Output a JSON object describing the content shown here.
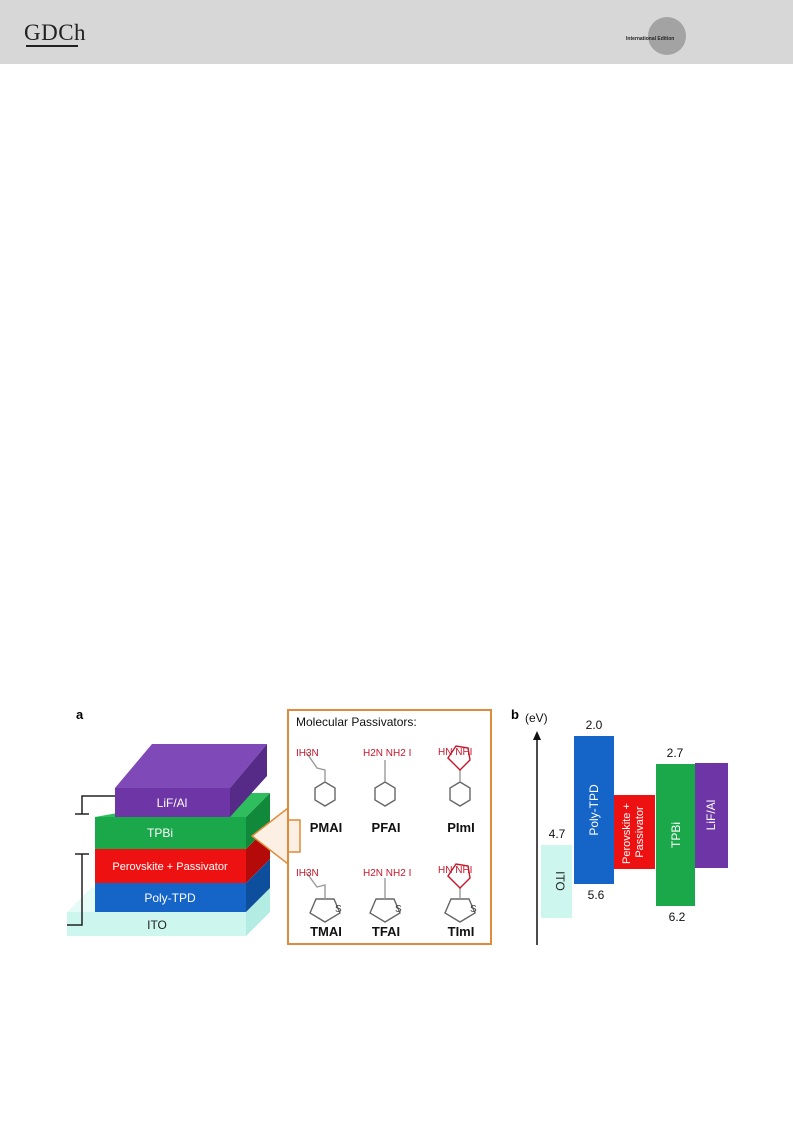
{
  "header": {
    "logo": "GDCh",
    "seal_text": "International Edition"
  },
  "panel_a": {
    "letter": "a",
    "layers": [
      "ITO",
      "Poly-TPD",
      "Perovskite + Passivator",
      "TPBi",
      "LiF/Al"
    ],
    "passivators_title": "Molecular Passivators:",
    "molecules": [
      {
        "name": "PMAI",
        "formula": "IH3N"
      },
      {
        "name": "PFAI",
        "formula": "H2N NH2 I"
      },
      {
        "name": "PImI",
        "formula": "HN NHI"
      },
      {
        "name": "TMAI",
        "formula": "IH3N"
      },
      {
        "name": "TFAI",
        "formula": "H2N NH2 I"
      },
      {
        "name": "TImI",
        "formula": "HN NHI"
      }
    ],
    "ring_hetero_label": "S"
  },
  "panel_b": {
    "letter": "b",
    "axis_label": "(eV)",
    "bands": [
      {
        "label": "ITO",
        "top": 4.7,
        "bottom": null,
        "color": "#ccf6ee"
      },
      {
        "label": "Poly-TPD",
        "top": 2.0,
        "bottom": 5.6,
        "color": "#1565c9"
      },
      {
        "label": "Perovskite + Passivator",
        "top": null,
        "bottom": null,
        "color": "#ee1111"
      },
      {
        "label": "TPBi",
        "top": 2.7,
        "bottom": 6.2,
        "color": "#1aa84a"
      },
      {
        "label": "LiF/Al",
        "top": null,
        "bottom": null,
        "color": "#6d35a5"
      }
    ],
    "value_labels": [
      "2.0",
      "2.7",
      "4.7",
      "5.6",
      "6.2"
    ]
  },
  "colors": {
    "ito": "#ccf6ee",
    "polytpd": "#1565c9",
    "perovskite": "#ee1111",
    "tpbi": "#1aa84a",
    "lifal": "#6d35a5",
    "frame": "#e08a3a",
    "chem_red": "#c8162a"
  }
}
